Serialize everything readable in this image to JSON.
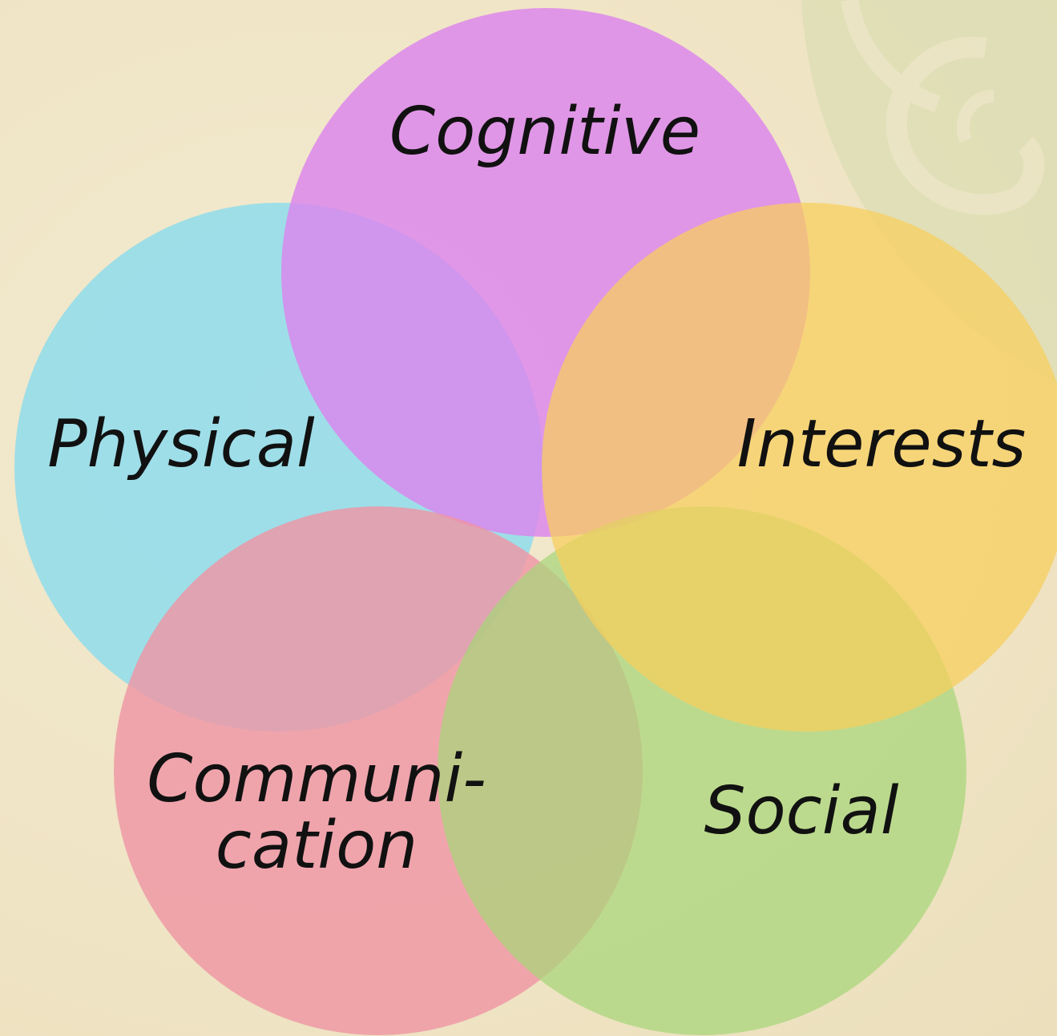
{
  "diagram": {
    "type": "overlapping-circles",
    "circles": [
      {
        "id": "cognitive",
        "label_lines": [
          "Cognitive"
        ],
        "color": "#dc82ee"
      },
      {
        "id": "physical",
        "label_lines": [
          "Physical"
        ],
        "color": "#8fdcec"
      },
      {
        "id": "interests",
        "label_lines": [
          "Interests"
        ],
        "color": "#f8ce5c"
      },
      {
        "id": "communication",
        "label_lines": [
          "Communi-",
          "cation"
        ],
        "color": "#ef94a4"
      },
      {
        "id": "social",
        "label_lines": [
          "Social"
        ],
        "color": "#a8d678"
      }
    ],
    "background_color": "#f0e6c8",
    "decoration_color": "#d2d9a8"
  }
}
